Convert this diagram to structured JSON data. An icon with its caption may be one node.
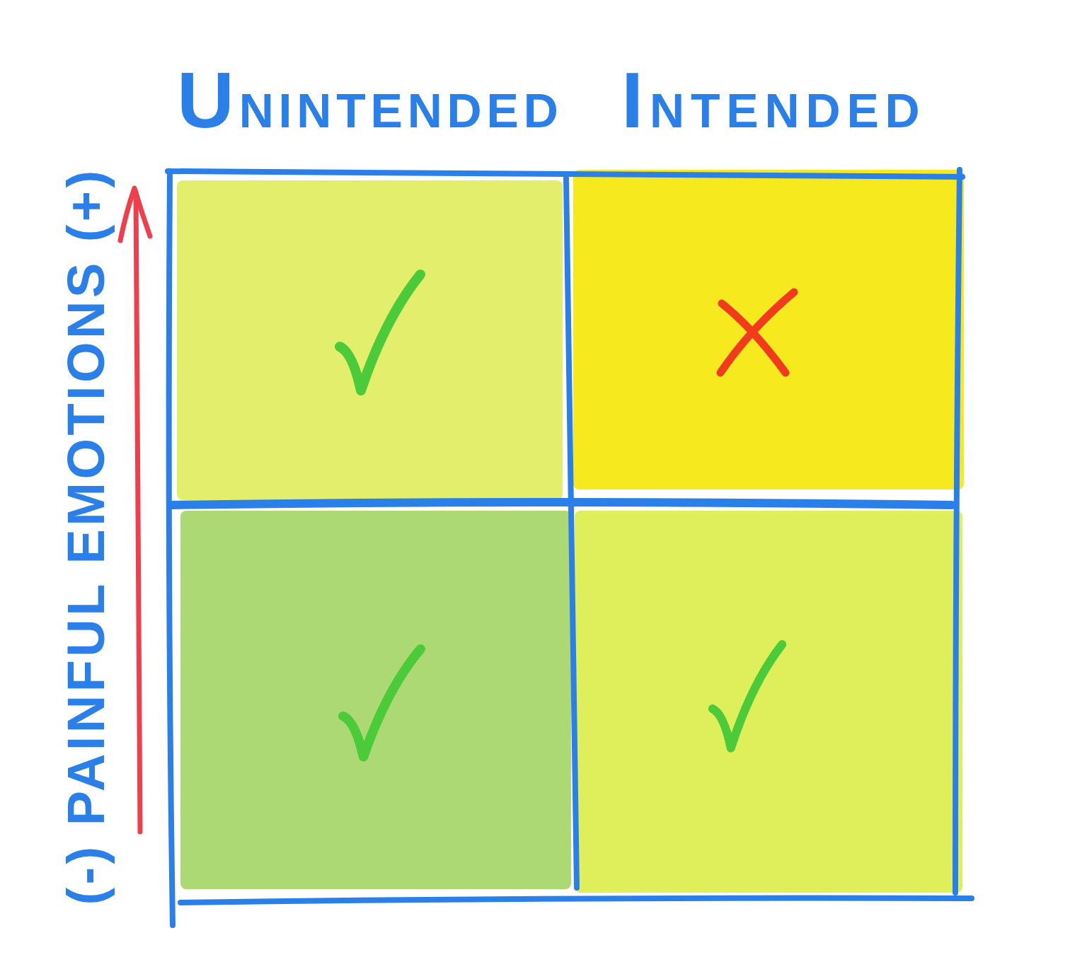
{
  "diagram": {
    "nodes": [
      {
        "text": [],
        "shape": "box"
      },
      {
        "text": [],
        "shape": "box"
      },
      {
        "text": [],
        "shape": "box"
      },
      {
        "text": [],
        "shape": "box"
      }
    ],
    "labels": [
      "UNINTENDED",
      "INTENDED",
      "(-) PAINFUL EMOTIONS (+)"
    ]
  }
}
